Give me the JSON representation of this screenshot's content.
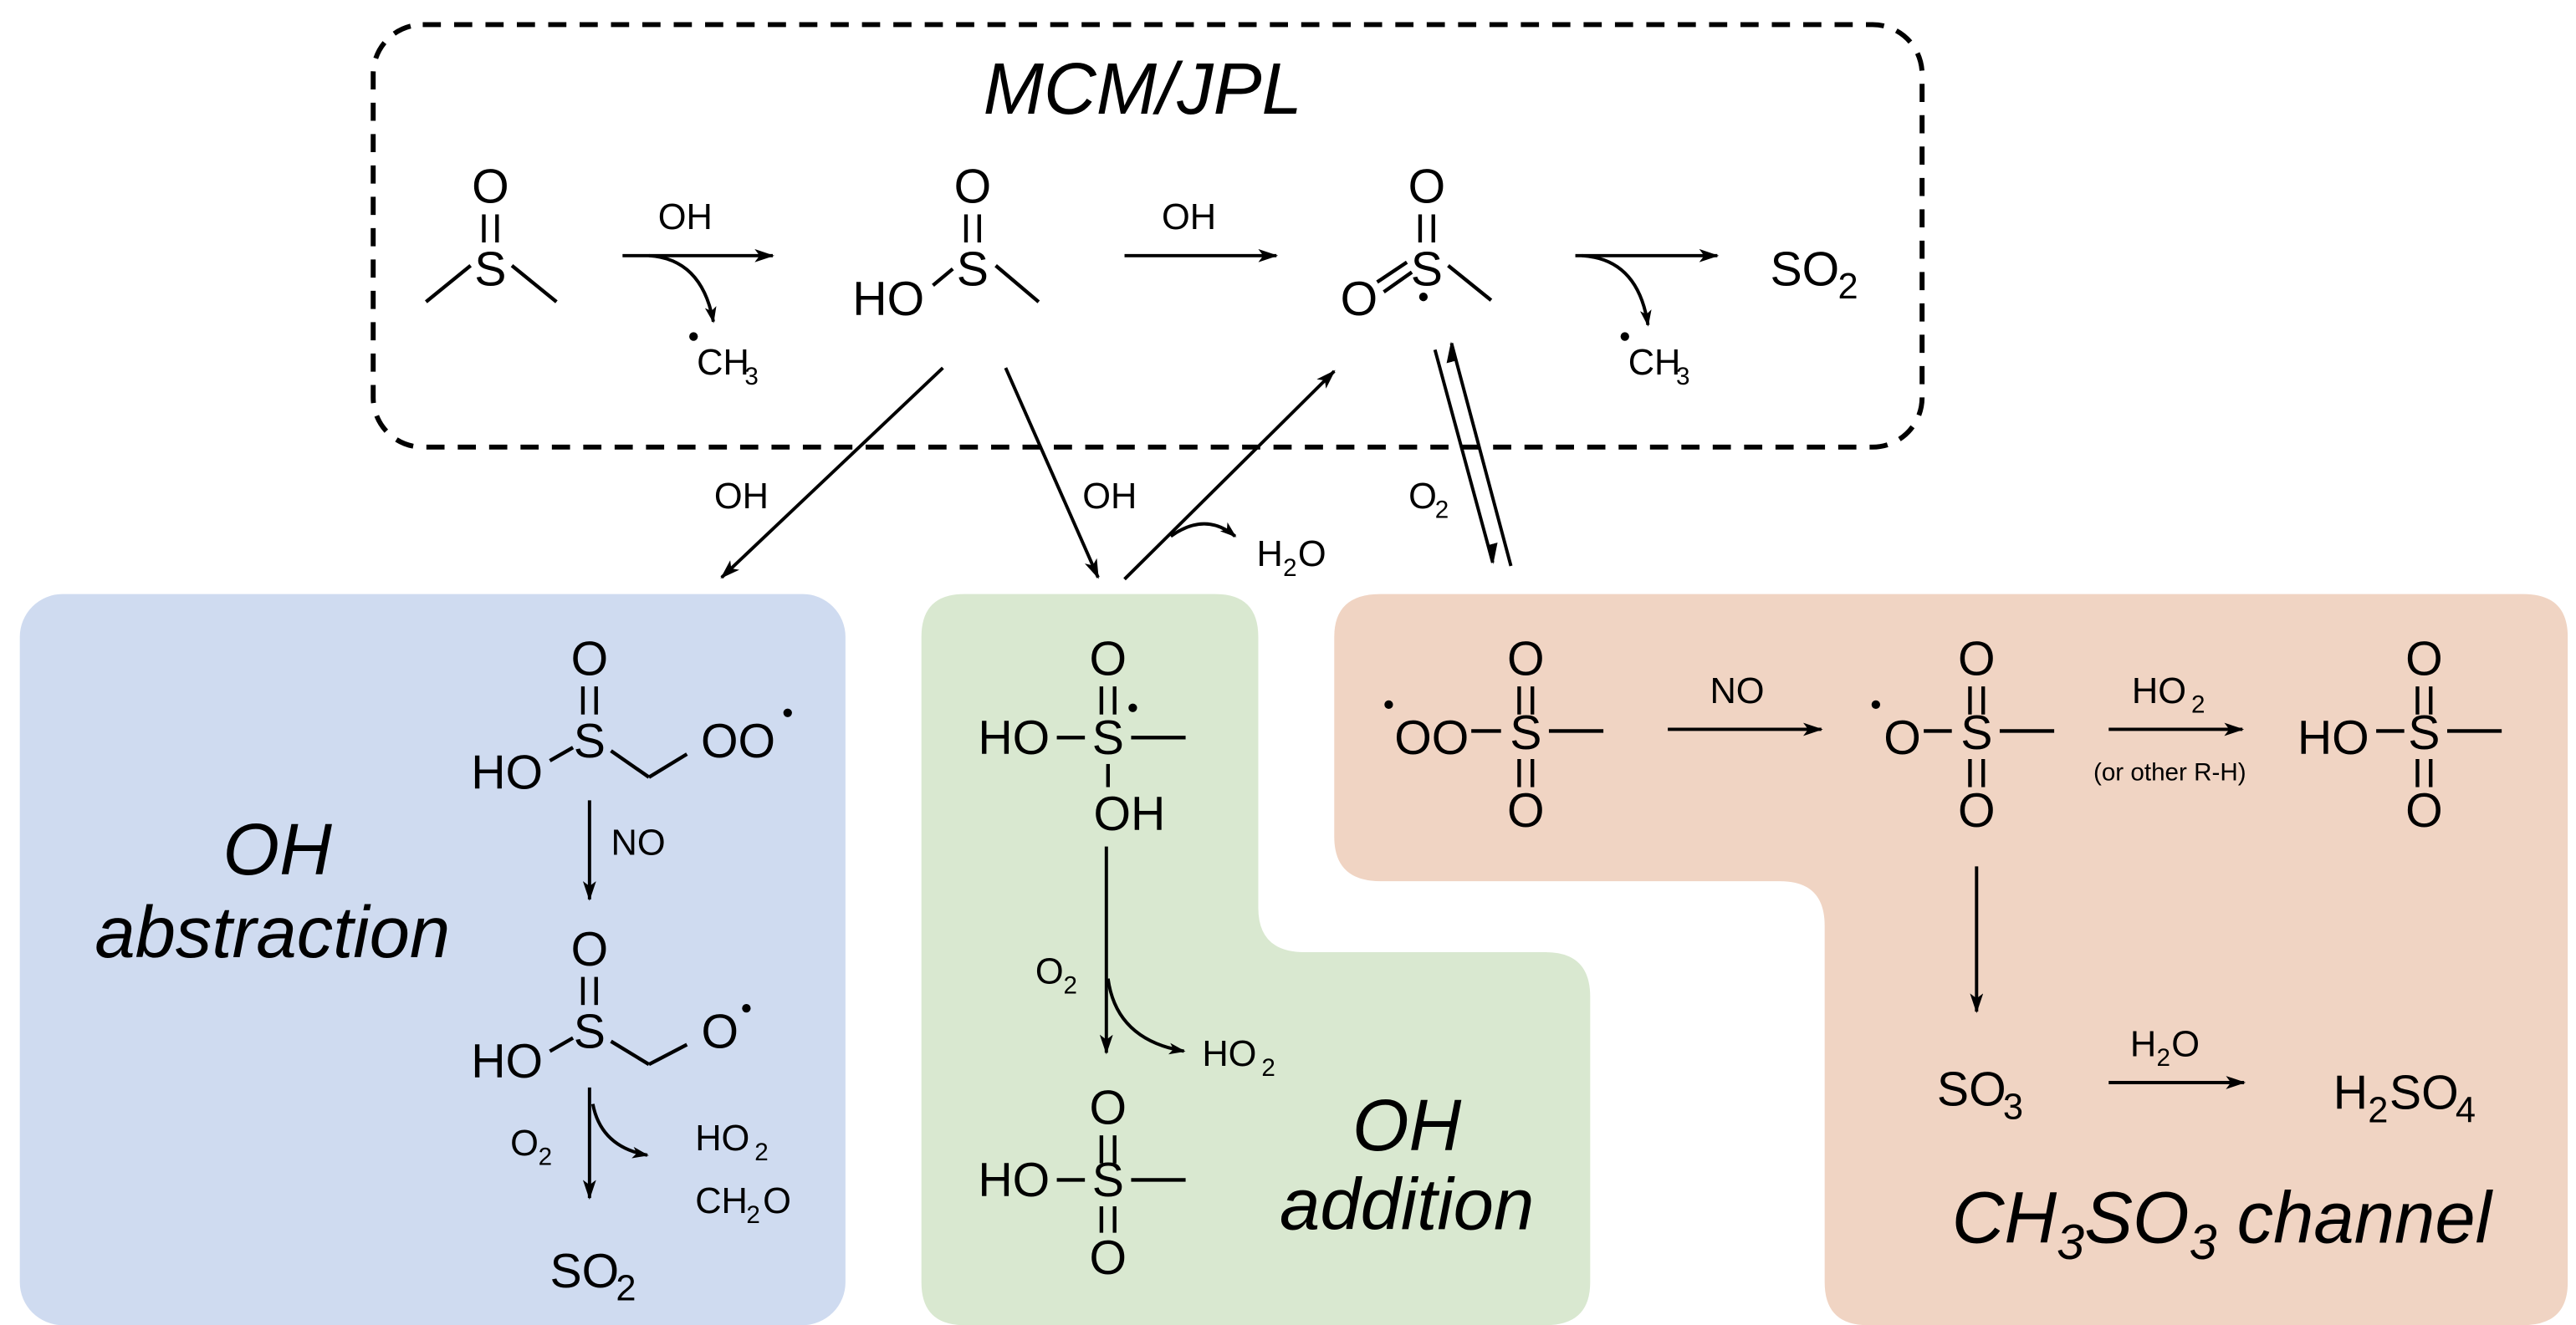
{
  "colors": {
    "oh_abstraction_bg": "#cfdbf0",
    "oh_addition_bg": "#d9e8d0",
    "ch3so3_channel_bg": "#f0d4c3",
    "ink": "#000000"
  },
  "mcm_jpl": {
    "title": "MCM/JPL",
    "dmso": {
      "o": "O",
      "s": "S"
    },
    "step1": {
      "reagent": "OH",
      "byproduct_main": "CH",
      "byproduct_sub": "3"
    },
    "msia": {
      "ho": "HO",
      "o": "O",
      "s": "S"
    },
    "step2": {
      "reagent": "OH"
    },
    "ch3so2": {
      "o_top": "O",
      "o_left": "O",
      "s": "S"
    },
    "step3": {
      "byproduct_main": "CH",
      "byproduct_sub": "3"
    },
    "product": {
      "main": "SO",
      "sub": "2"
    }
  },
  "connectors": {
    "to_abstraction": "OH",
    "to_addition": "OH",
    "addition_loss": {
      "h": "H",
      "sub": "2",
      "o": "O"
    },
    "o2_equilibrium": {
      "main": "O",
      "sub": "2"
    }
  },
  "oh_abstraction": {
    "title_line1": "OH",
    "title_line2": "abstraction",
    "peroxy": {
      "o": "O",
      "s": "S",
      "ho": "HO",
      "oo": "OO"
    },
    "step_no": "NO",
    "alkoxy": {
      "o": "O",
      "s": "S",
      "ho": "HO",
      "o_rad": "O"
    },
    "step_o2": {
      "main": "O",
      "sub": "2"
    },
    "byproduct1": {
      "main": "HO",
      "sub": "2"
    },
    "byproduct2": {
      "main": "CH",
      "sub": "2",
      "tail": "O"
    },
    "product": {
      "main": "SO",
      "sub": "2"
    }
  },
  "oh_addition": {
    "title_line1": "OH",
    "title_line2": "addition",
    "adduct": {
      "o": "O",
      "ho": "HO",
      "s": "S",
      "oh": "OH"
    },
    "step_o2": {
      "main": "O",
      "sub": "2"
    },
    "byproduct": {
      "main": "HO",
      "sub": "2"
    },
    "product": {
      "o_top": "O",
      "ho": "HO",
      "s": "S",
      "o_bottom": "O"
    }
  },
  "ch3so3_channel": {
    "title_main1": "CH",
    "title_sub1": "3",
    "title_main2": "SO",
    "title_sub2": "3",
    "title_tail": " channel",
    "peroxy": {
      "o_top": "O",
      "oo": "OO",
      "s": "S",
      "o_bottom": "O"
    },
    "step_no": "NO",
    "ch3so3": {
      "o_top": "O",
      "o": "O",
      "s": "S",
      "o_bottom": "O"
    },
    "step_ho2": {
      "main": "HO",
      "sub": "2",
      "note": "(or other R-H)"
    },
    "msa": {
      "o_top": "O",
      "ho": "HO",
      "s": "S",
      "o_bottom": "O"
    },
    "so3": {
      "main": "SO",
      "sub": "3"
    },
    "step_h2o": {
      "h": "H",
      "sub": "2",
      "o": "O"
    },
    "h2so4": {
      "h": "H",
      "sub1": "2",
      "mid": "SO",
      "sub2": "4"
    }
  }
}
